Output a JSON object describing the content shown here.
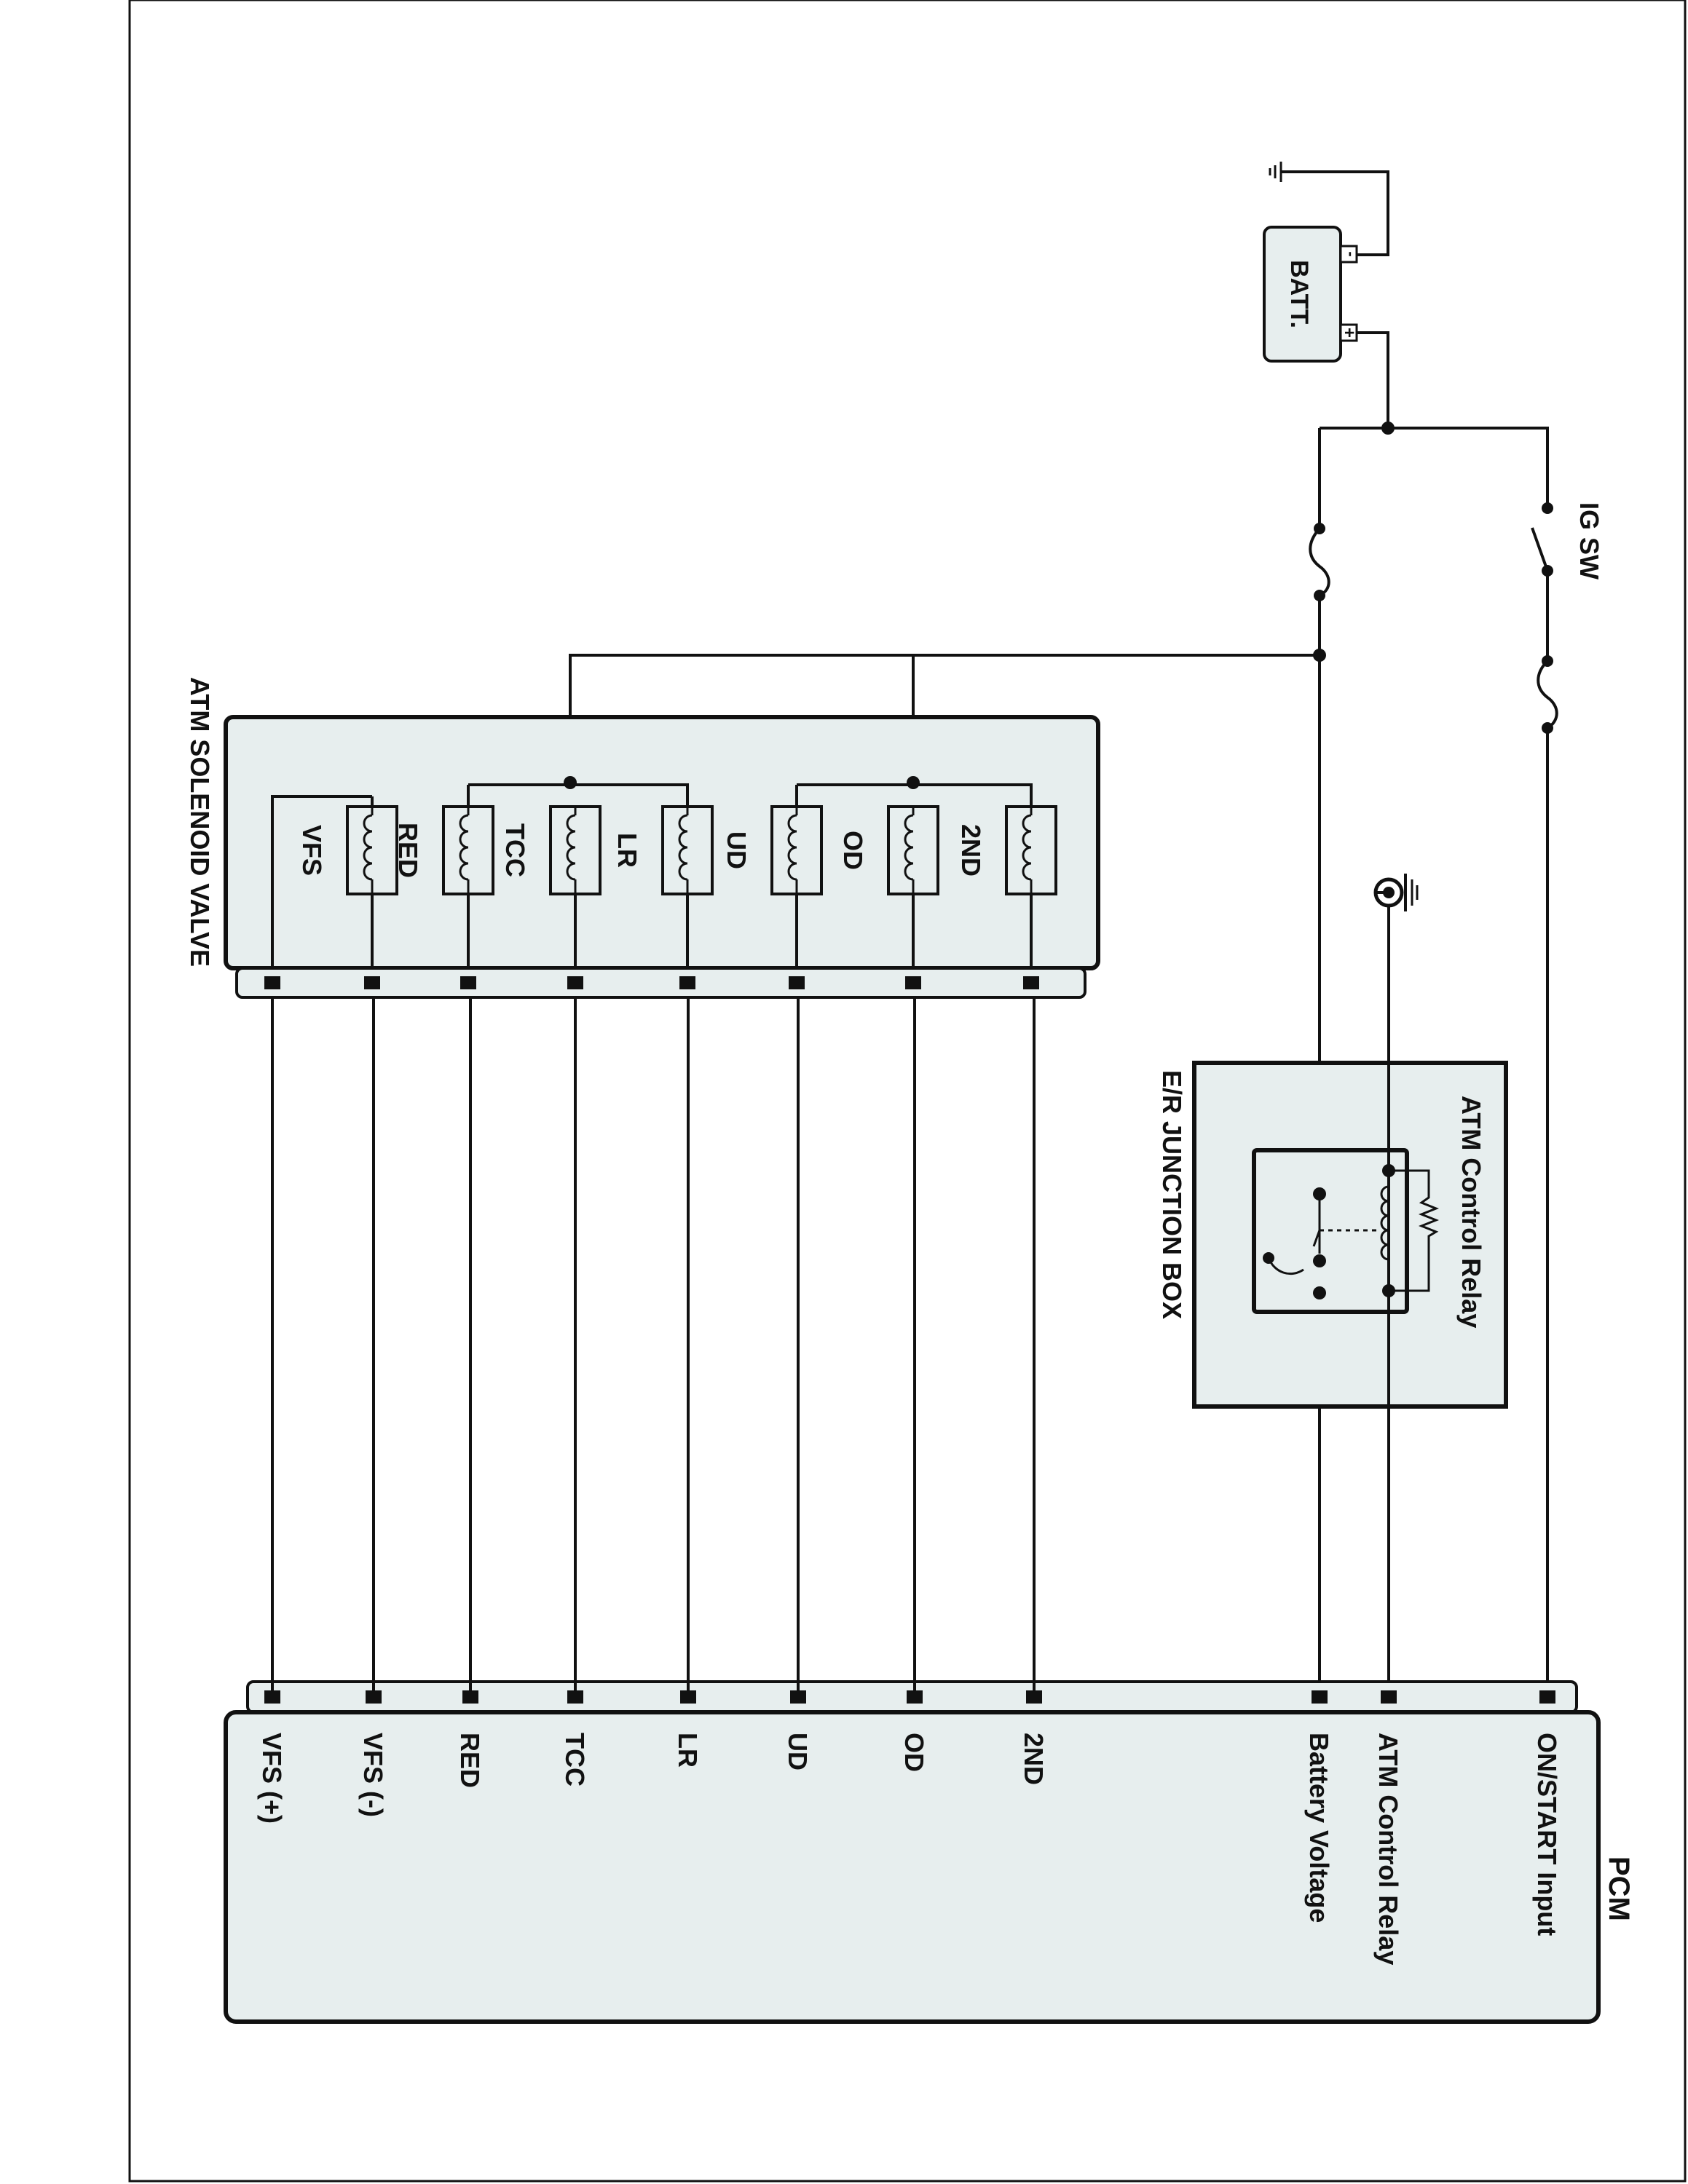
{
  "frame": {
    "border_color": "#111111"
  },
  "colors": {
    "box_fill": "#e7eeee",
    "line": "#111111"
  },
  "labels": {
    "pcm": "PCM",
    "solenoid_block": "ATM SOLENOID VALVE",
    "junction_box": "E/R JUNCTION BOX",
    "relay": "ATM Control Relay",
    "battery": "BATT.",
    "ignition_switch": "IG SW",
    "battery_plus": "+",
    "battery_minus": "-"
  },
  "pcm_pins": [
    {
      "id": "on_start",
      "label": "ON/START Input"
    },
    {
      "id": "relay",
      "label": "ATM Control Relay"
    },
    {
      "id": "batt",
      "label": "Battery Voltage"
    },
    {
      "id": "2nd",
      "label": "2ND"
    },
    {
      "id": "od",
      "label": "OD"
    },
    {
      "id": "ud",
      "label": "UD"
    },
    {
      "id": "lr",
      "label": "LR"
    },
    {
      "id": "tcc",
      "label": "TCC"
    },
    {
      "id": "red",
      "label": "RED"
    },
    {
      "id": "vfs_minus",
      "label": "VFS (-)"
    },
    {
      "id": "vfs_plus",
      "label": "VFS (+)"
    }
  ],
  "solenoids": [
    {
      "id": "2nd",
      "label": "2ND"
    },
    {
      "id": "od",
      "label": "OD"
    },
    {
      "id": "ud",
      "label": "UD"
    },
    {
      "id": "lr",
      "label": "LR"
    },
    {
      "id": "tcc",
      "label": "TCC"
    },
    {
      "id": "red",
      "label": "RED"
    },
    {
      "id": "vfs",
      "label": "VFS"
    }
  ],
  "icons": [
    "ground-icon",
    "fuse-icon",
    "switch-icon",
    "coil-icon",
    "resistor-icon",
    "relay-contact-icon",
    "ground-stud-icon"
  ]
}
